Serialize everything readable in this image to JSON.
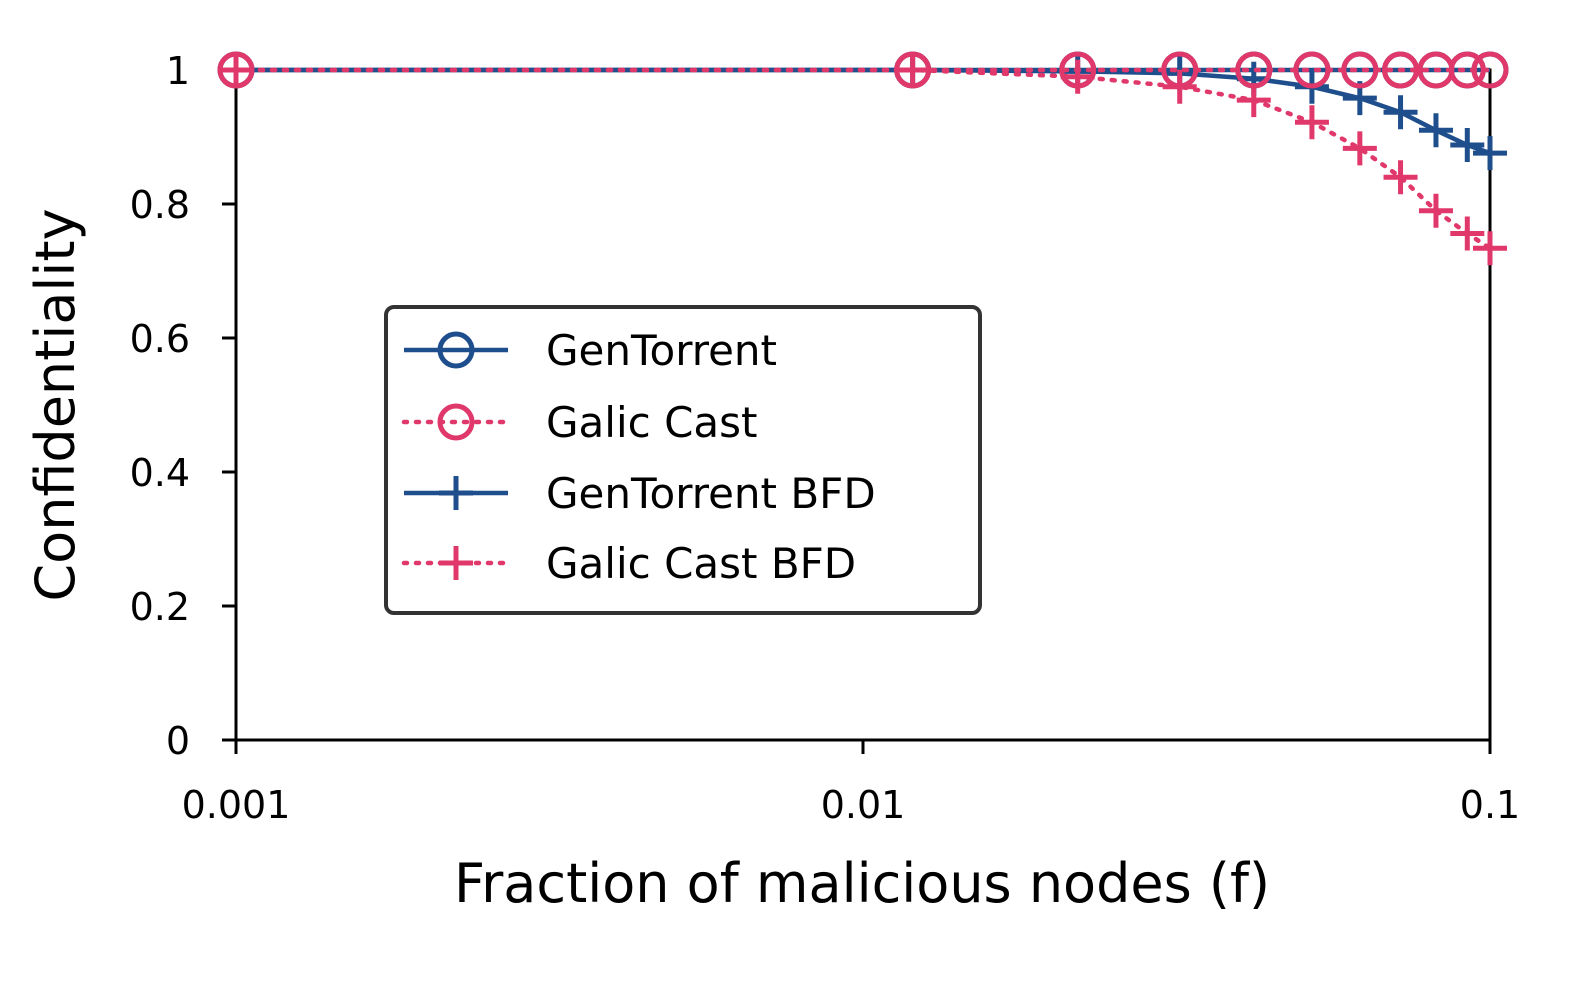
{
  "chart_data": {
    "type": "line",
    "title": "",
    "xlabel": "Fraction of malicious nodes (f)",
    "ylabel": "Confidentiality",
    "x_scale": "log",
    "xlim": [
      0.001,
      0.1
    ],
    "ylim": [
      0,
      1
    ],
    "x_ticks": [
      0.001,
      0.01,
      0.1
    ],
    "x_tick_labels": [
      "0.001",
      "0.01",
      "0.1"
    ],
    "y_ticks": [
      0,
      0.2,
      0.4,
      0.6,
      0.8,
      1
    ],
    "y_tick_labels": [
      "0",
      "0.2",
      "0.4",
      "0.6",
      "0.8",
      "1"
    ],
    "grid": false,
    "legend_position": "center-left",
    "colors": {
      "blue": "#1f4e8c",
      "red": "#e0386a",
      "axis": "#000000"
    },
    "series": [
      {
        "name": "GenTorrent",
        "color": "#1f4e8c",
        "line": "solid",
        "marker": "circle",
        "x": [
          0.001,
          0.012,
          0.022,
          0.032,
          0.042,
          0.052,
          0.062,
          0.072,
          0.082,
          0.092,
          0.1
        ],
        "y": [
          1,
          1,
          1,
          1,
          1,
          1,
          1,
          1,
          1,
          1,
          1
        ]
      },
      {
        "name": "Galic Cast",
        "color": "#e0386a",
        "line": "dotted",
        "marker": "circle",
        "x": [
          0.001,
          0.012,
          0.022,
          0.032,
          0.042,
          0.052,
          0.062,
          0.072,
          0.082,
          0.092,
          0.1
        ],
        "y": [
          1,
          1,
          1,
          1,
          1,
          1,
          1,
          1,
          1,
          1,
          1
        ]
      },
      {
        "name": "GenTorrent BFD",
        "color": "#1f4e8c",
        "line": "solid",
        "marker": "plus",
        "x": [
          0.001,
          0.012,
          0.022,
          0.032,
          0.042,
          0.052,
          0.062,
          0.072,
          0.082,
          0.092,
          0.1
        ],
        "y": [
          1,
          1,
          0.998,
          0.995,
          0.987,
          0.975,
          0.958,
          0.937,
          0.91,
          0.888,
          0.876
        ]
      },
      {
        "name": "Galic Cast BFD",
        "color": "#e0386a",
        "line": "dotted",
        "marker": "plus",
        "x": [
          0.001,
          0.012,
          0.022,
          0.032,
          0.042,
          0.052,
          0.062,
          0.072,
          0.082,
          0.092,
          0.1
        ],
        "y": [
          1,
          1,
          0.99,
          0.975,
          0.955,
          0.922,
          0.883,
          0.84,
          0.79,
          0.756,
          0.734
        ]
      }
    ]
  }
}
